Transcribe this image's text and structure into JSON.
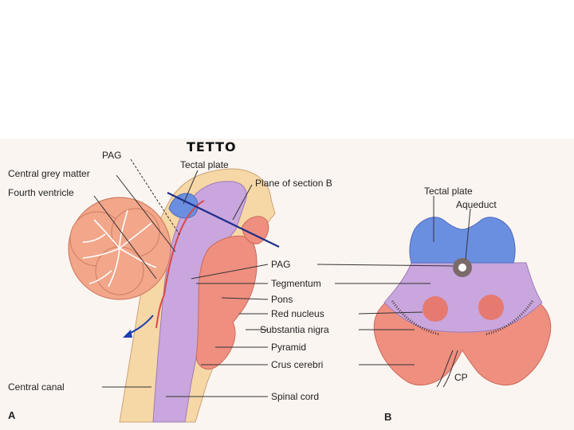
{
  "title": "TETTO",
  "panel_a": {
    "letter": "A",
    "labels": {
      "pag": "PAG",
      "central_grey_matter": "Central grey matter",
      "fourth_ventricle": "Fourth ventricle",
      "tectal_plate": "Tectal plate",
      "plane_of_section": "Plane of section B",
      "pag_mid": "PAG",
      "tegmentum": "Tegmentum",
      "pons": "Pons",
      "red_nucleus": "Red nucleus",
      "substantia_nigra": "Substantia nigra",
      "pyramid": "Pyramid",
      "crus_cerebri": "Crus cerebri",
      "central_canal": "Central canal",
      "spinal_cord": "Spinal cord"
    }
  },
  "panel_b": {
    "letter": "B",
    "labels": {
      "tectal_plate": "Tectal plate",
      "aqueduct": "Aqueduct",
      "cp": "CP"
    }
  },
  "colors": {
    "background": "#fbf5f1",
    "tectum_blue": "#6b8fe0",
    "tegmentum_lilac": "#c9a6dd",
    "crus_salmon": "#ef8f80",
    "red_nucleus": "#e67a70",
    "cerebellum": "#f2a68a",
    "spinal_cord": "#f6d7a6"
  }
}
